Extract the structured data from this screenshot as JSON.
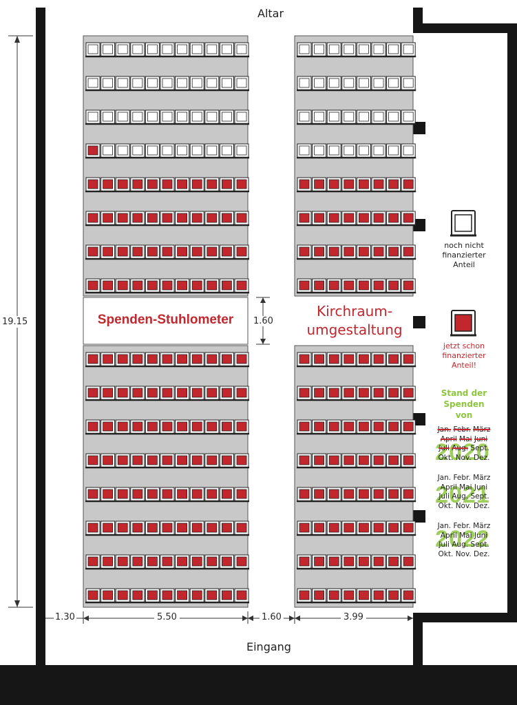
{
  "labels": {
    "altar": "Altar",
    "entrance": "Eingang",
    "title_left": "Spenden-Stuhlometer",
    "title_right_line1": "Kirchraum-",
    "title_right_line2": "umgestaltung"
  },
  "dimensions": {
    "length": "19.15",
    "aisle_width": "1.60",
    "side_aisle_left": "1.30",
    "left_block_width": "5.50",
    "center_aisle": "1.60",
    "right_block_width": "3.99"
  },
  "legend": {
    "unfunded_line1": "noch nicht",
    "unfunded_line2": "finanzierter",
    "unfunded_line3": "Anteil",
    "funded_line1": "jetzt schon",
    "funded_line2": "finanzierter",
    "funded_line3": "Anteil!"
  },
  "progress_title": {
    "line1": "Stand der",
    "line2": "Spenden",
    "line3": "von"
  },
  "years": [
    {
      "year": "2020",
      "rows": [
        [
          "Jan.",
          "Febr.",
          "März"
        ],
        [
          "April",
          "Mai",
          "Juni"
        ],
        [
          "Juli",
          "Aug.",
          "Sept."
        ],
        [
          "Okt.",
          "Nov.",
          "Dez."
        ]
      ],
      "months_crossed_out": 8
    },
    {
      "year": "2021",
      "rows": [
        [
          "Jan.",
          "Febr.",
          "März"
        ],
        [
          "April",
          "Mai",
          "Juni"
        ],
        [
          "Juli",
          "Aug.",
          "Sept."
        ],
        [
          "Okt.",
          "Nov.",
          "Dez."
        ]
      ],
      "months_crossed_out": 0
    },
    {
      "year": "2022",
      "rows": [
        [
          "Jan.",
          "Febr.",
          "März"
        ],
        [
          "April",
          "Mai",
          "Juni"
        ],
        [
          "Juli",
          "Aug.",
          "Sept."
        ],
        [
          "Okt.",
          "Nov.",
          "Dez."
        ]
      ],
      "months_crossed_out": 0
    }
  ],
  "seating": {
    "left_rows_before_aisle": 8,
    "left_rows_after_aisle": 8,
    "left_seats_per_row": 11,
    "right_rows_before_aisle": 8,
    "right_rows_after_aisle": 8,
    "right_seats_per_row": 8,
    "funded_seats_total": 229
  },
  "colors": {
    "funded_seat": "#c1272d",
    "unfunded_seat": "#ffffff",
    "block_fill": "#c8c8c8",
    "wall": "#161616",
    "title_red": "#c1272d",
    "highlight_green": "#8dc63f"
  }
}
